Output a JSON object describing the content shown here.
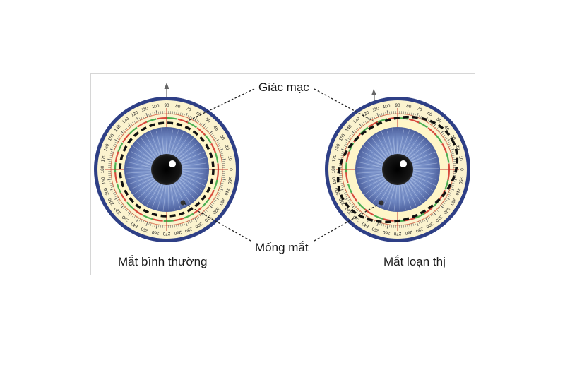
{
  "labels": {
    "cornea": "Giác mạc",
    "iris": "Mống mắt",
    "normal_eye": "Mắt bình thường",
    "astigmatic_eye": "Mắt loạn thị"
  },
  "scale": {
    "left_eye_ticks": [
      "180",
      "170",
      "160",
      "150",
      "140",
      "130",
      "120",
      "110",
      "100",
      "90",
      "80",
      "70",
      "60",
      "50",
      "40",
      "30",
      "20",
      "10",
      "0",
      "350",
      "340",
      "330",
      "320",
      "310",
      "300",
      "290",
      "280",
      "270",
      "260",
      "250",
      "240",
      "230",
      "220",
      "210",
      "200",
      "190"
    ],
    "right_eye_ticks": [
      "180",
      "170",
      "160",
      "150",
      "140",
      "130",
      "120",
      "110",
      "100",
      "90",
      "80",
      "70",
      "60",
      "50",
      "40",
      "30",
      "20",
      "10",
      "0",
      "350",
      "340",
      "330",
      "320",
      "310",
      "300",
      "290",
      "280",
      "270",
      "260",
      "250",
      "240",
      "230",
      "220",
      "210",
      "200",
      "190"
    ]
  },
  "colors": {
    "ring_blue": "#2e3f86",
    "scale_cream": "#fbf3cf",
    "iris_blue": "#7d93c8",
    "pupil": "#111111"
  }
}
